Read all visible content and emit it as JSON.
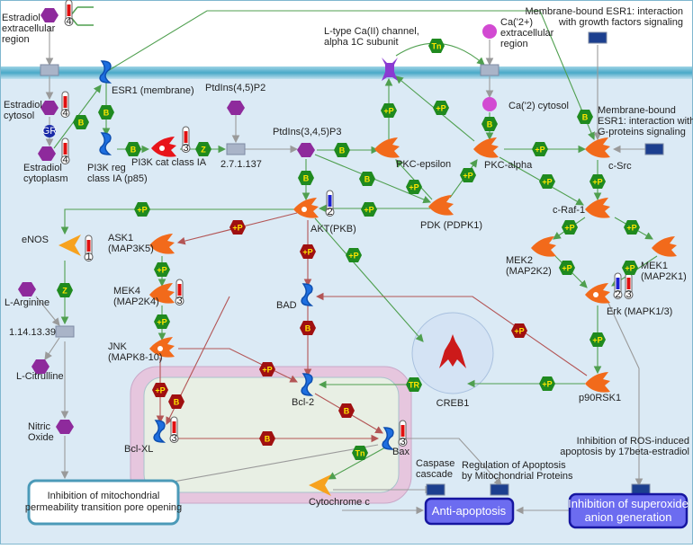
{
  "colors": {
    "activation": "#4f9f4f",
    "inhibition": "#b35555",
    "unspecified": "#9a9a9a",
    "kinase": "#f26a1b",
    "compound": "#8e2a9c",
    "receptor": "#1e6fe0",
    "badge_green": "#1f8a1f",
    "badge_red": "#a01010",
    "process_box": "#6c6cf0",
    "cytoplasm": "#dbeaf5",
    "extracellular": "#ffffff",
    "membrane": "#5fb6d1"
  },
  "badge_labels": {
    "binding": "B",
    "phosphorylation": "+P",
    "catalysis": "Z",
    "transport": "Tn",
    "transcription": "TR"
  },
  "nodes": {
    "estradiol_extracellular": "Estradiol extracellular region",
    "estradiol_extracellular_lines": [
      "Estradiol",
      "extracellular",
      "region"
    ],
    "estradiol_cytosol_lines": [
      "Estradiol",
      "cytosol"
    ],
    "estradiol_cytoplasm_lines": [
      "Estradiol",
      "cytoplasm"
    ],
    "gr": "GR",
    "esr1_membrane": "ESR1 (membrane)",
    "pi3k_reg_lines": [
      "PI3K reg",
      "class IA (p85)"
    ],
    "pi3k_cat": "PI3K cat class IA",
    "ptdins45": "PtdIns(4,5)P2",
    "enzyme_27": "2.7.1.137",
    "ptdins345": "PtdIns(3,4,5)P3",
    "ltype_lines": [
      "L-type Ca(II) channel,",
      "alpha 1C subunit"
    ],
    "ca_ext_lines": [
      "Ca('2+)",
      "extracellular",
      "region"
    ],
    "ca_cytosol": "Ca('2) cytosol",
    "mb_growth_lines": [
      "Membrane-bound ESR1: interaction",
      "with growth factors signaling"
    ],
    "mb_gprot_lines": [
      "Membrane-bound",
      "ESR1: interaction with",
      "G-proteins signaling"
    ],
    "pkc_epsilon": "PKC-epsilon",
    "pkc_alpha": "PKC-alpha",
    "c_src": "c-Src",
    "pdk": "PDK (PDPK1)",
    "akt": "AKT(PKB)",
    "enos": "eNOS",
    "ask1_lines": [
      "ASK1",
      "(MAP3K5)"
    ],
    "mek4_lines": [
      "MEK4",
      "(MAP2K4)"
    ],
    "jnk_lines": [
      "JNK",
      "(MAPK8-10)"
    ],
    "l_arginine": "L-Arginine",
    "enzyme_114": "1.14.13.39",
    "l_citrulline": "L-Citrulline",
    "nitric_oxide_lines": [
      "Nitric",
      "Oxide"
    ],
    "bad": "BAD",
    "bcl2": "Bcl-2",
    "bclxl": "Bcl-XL",
    "bax": "Bax",
    "cytochrome_c": "Cytochrome c",
    "creb1": "CREB1",
    "c_raf1": "c-Raf-1",
    "mek2_lines": [
      "MEK2",
      "(MAP2K2)"
    ],
    "mek1_lines": [
      "MEK1",
      "(MAP2K1)"
    ],
    "erk": "Erk (MAPK1/3)",
    "p90rsk1": "p90RSK1"
  },
  "markers": {
    "estradiol_extracellular": "4",
    "estradiol_cytosol": "4",
    "estradiol_cytoplasm": "4",
    "pi3k_cat": "3",
    "enos": "1",
    "akt": "2",
    "mek4": "3",
    "bclxl": "3",
    "bax": "3",
    "erk_a": "2",
    "erk_b": "3"
  },
  "processes": {
    "caspase_lines": [
      "Caspase",
      "cascade"
    ],
    "regulation_lines": [
      "Regulation of Apoptosis",
      "by Mitochondrial Proteins"
    ],
    "ros_lines": [
      "Inhibition of ROS-induced",
      "apoptosis by 17beta-estradiol"
    ],
    "mito_pore_lines": [
      "Inhibition of mitochondrial",
      "permeability transition pore opening"
    ],
    "anti_apoptosis": "Anti-apoptosis",
    "superoxide_lines": [
      "Inhibition of superoxide",
      "anion generation"
    ]
  }
}
